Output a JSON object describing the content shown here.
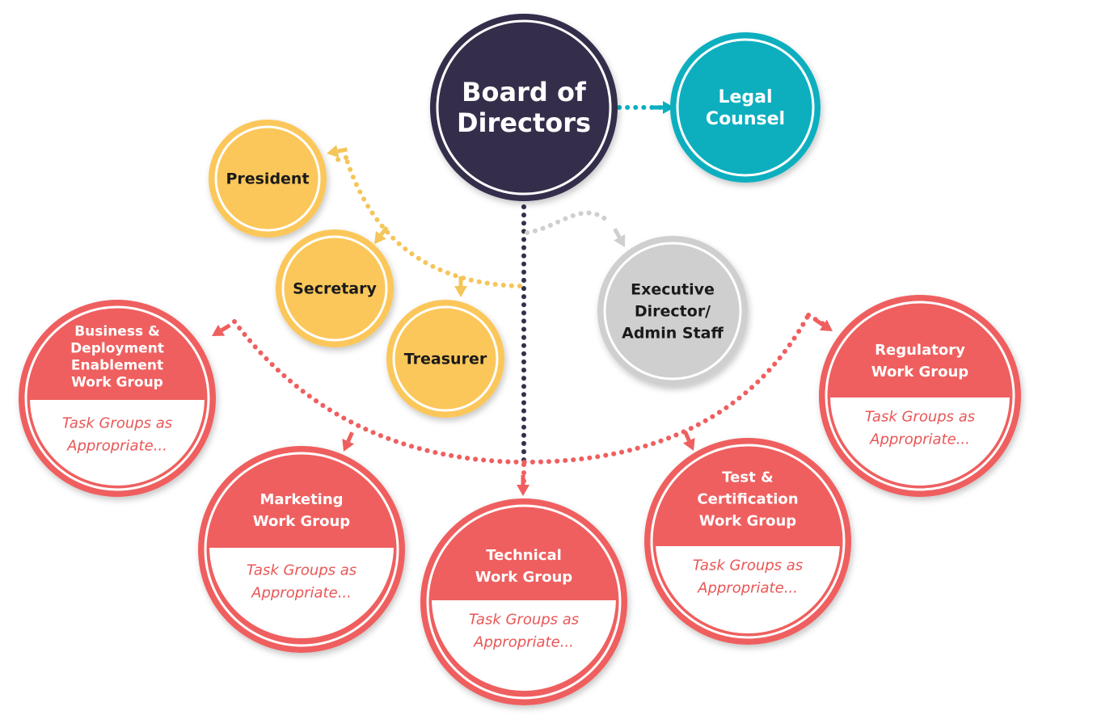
{
  "colors": {
    "board": "#352f4b",
    "legal": "#0aafbf",
    "officer": "#fbc75a",
    "staff": "#cfcfcf",
    "group": "#ef5f5f",
    "group_text": "#e95656",
    "connector_board": "#352f4b",
    "connector_legal": "#0aafbf",
    "connector_officer": "#f5c55a",
    "connector_staff": "#cfcfcf",
    "connector_group": "#ef5f5f"
  },
  "nodes": {
    "board": {
      "lines": [
        "Board of",
        "Directors"
      ]
    },
    "legal": {
      "lines": [
        "Legal",
        "Counsel"
      ]
    },
    "president": {
      "lines": [
        "President"
      ]
    },
    "secretary": {
      "lines": [
        "Secretary"
      ]
    },
    "treasurer": {
      "lines": [
        "Treasurer"
      ]
    },
    "executive": {
      "lines": [
        "Executive",
        "Director/",
        "Admin Staff"
      ]
    }
  },
  "groups": [
    {
      "id": "business",
      "title": [
        "Business &",
        "Deployment",
        "Enablement",
        "Work Group"
      ],
      "sub": [
        "Task Groups as",
        "Appropriate..."
      ]
    },
    {
      "id": "marketing",
      "title": [
        "Marketing",
        "Work Group"
      ],
      "sub": [
        "Task Groups as",
        "Appropriate..."
      ]
    },
    {
      "id": "technical",
      "title": [
        "Technical",
        "Work Group"
      ],
      "sub": [
        "Task Groups as",
        "Appropriate..."
      ]
    },
    {
      "id": "test",
      "title": [
        "Test &",
        "Certification",
        "Work Group"
      ],
      "sub": [
        "Task Groups as",
        "Appropriate..."
      ]
    },
    {
      "id": "regulatory",
      "title": [
        "Regulatory",
        "Work Group"
      ],
      "sub": [
        "Task Groups as",
        "Appropriate..."
      ]
    }
  ]
}
